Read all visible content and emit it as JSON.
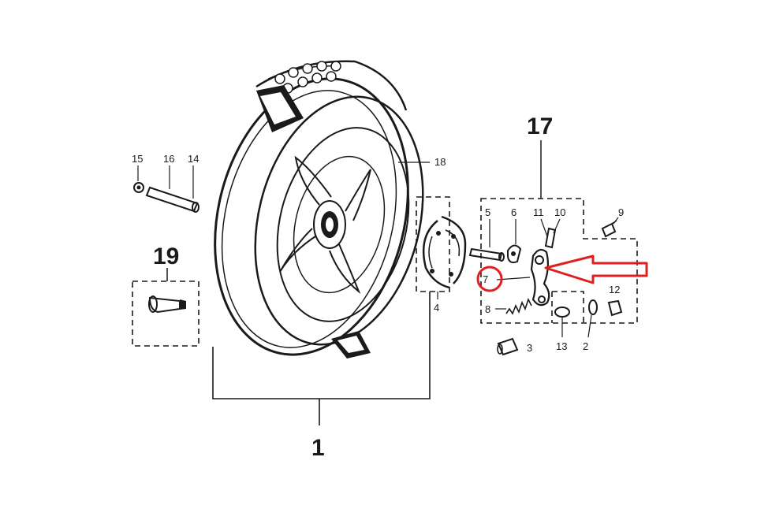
{
  "diagram": {
    "parts": [
      {
        "id": "p1",
        "label": "1"
      },
      {
        "id": "p2",
        "label": "2"
      },
      {
        "id": "p3",
        "label": "3"
      },
      {
        "id": "p4",
        "label": "4"
      },
      {
        "id": "p5",
        "label": "5"
      },
      {
        "id": "p6",
        "label": "6"
      },
      {
        "id": "p7",
        "label": "7"
      },
      {
        "id": "p8",
        "label": "8"
      },
      {
        "id": "p9",
        "label": "9"
      },
      {
        "id": "p10",
        "label": "10"
      },
      {
        "id": "p11",
        "label": "11"
      },
      {
        "id": "p12",
        "label": "12"
      },
      {
        "id": "p13",
        "label": "13"
      },
      {
        "id": "p14",
        "label": "14"
      },
      {
        "id": "p15",
        "label": "15"
      },
      {
        "id": "p16",
        "label": "16"
      },
      {
        "id": "p17",
        "label": "17"
      },
      {
        "id": "p18",
        "label": "18"
      },
      {
        "id": "p19",
        "label": "19"
      }
    ],
    "highlight": {
      "part": "7",
      "color": "#e02020"
    }
  }
}
